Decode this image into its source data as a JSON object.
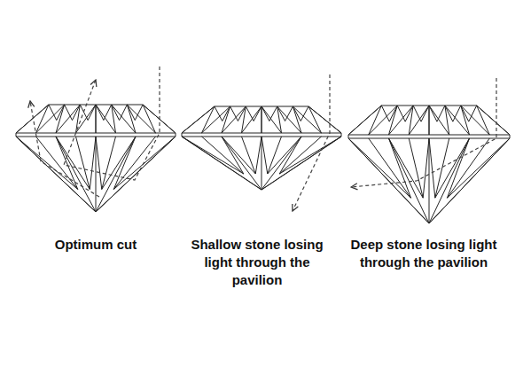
{
  "diagram": {
    "labels": [
      "Optimum cut",
      "Shallow stone losing light through the pavilion",
      "Deep stone losing light through the pavilion"
    ]
  }
}
